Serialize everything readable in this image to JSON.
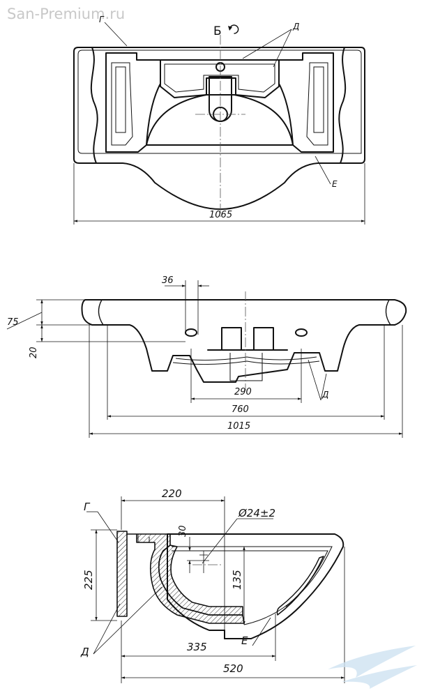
{
  "watermark": "San-Premium.ru",
  "labels": {
    "view_b": "Б",
    "leader_g": "Г",
    "leader_d": "Д",
    "leader_e": "Е"
  },
  "dimensions": {
    "top_width": "1065",
    "front_36": "36",
    "front_75": "75",
    "front_20": "20",
    "front_290": "290",
    "front_760": "760",
    "front_1015": "1015",
    "side_220": "220",
    "side_30": "30",
    "side_diameter": "Ø24±2",
    "side_225": "225",
    "side_135": "135",
    "side_335": "335",
    "side_520": "520"
  },
  "colors": {
    "line": "#111111",
    "watermark": "#c8c8c8",
    "logo": "#cfe3f2"
  },
  "icons": {
    "rotation": "rotation-arrow-icon",
    "logo": "wave-logo-icon"
  }
}
